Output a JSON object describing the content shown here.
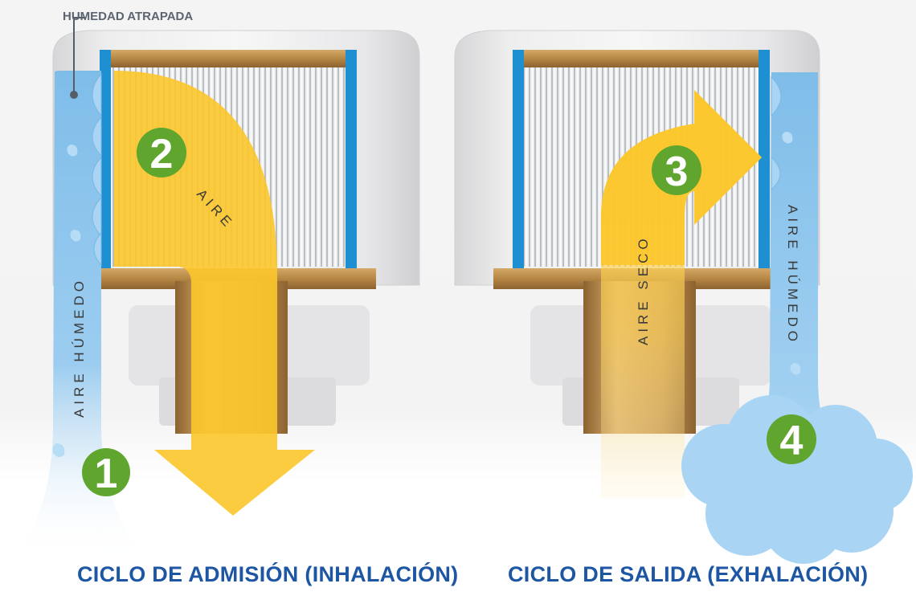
{
  "labels": {
    "trapped_moisture": "HUMEDAD ATRAPADA",
    "humid_air_left": "AIRE HÚMEDO",
    "air": "AIRE",
    "dry_air": "AIRE SECO",
    "humid_air_right": "AIRE HÚMEDO"
  },
  "steps": [
    "1",
    "2",
    "3",
    "4"
  ],
  "captions": {
    "intake": "CICLO DE ADMISIÓN (INHALACIÓN)",
    "exhaust": "CICLO DE SALIDA (EXHALACIÓN)"
  },
  "colors": {
    "caption": "#1d56a2",
    "step_badge": "#5fa52e",
    "air_arrow": "#fcc62b",
    "humid_air": "#8fc7ee",
    "filter_frame": "#1e8fd0",
    "bronze": "#b68744"
  }
}
